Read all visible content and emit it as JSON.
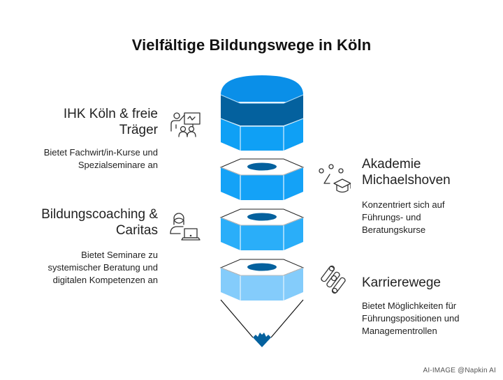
{
  "title": "Vielfältige Bildungswege in Köln",
  "sections": [
    {
      "heading_lines": [
        "IHK Köln & freie",
        "Träger"
      ],
      "desc_lines": [
        "Bietet Fachwirt/in-Kurse und",
        "Spezialseminare an"
      ],
      "icon": "presentation-teacher-icon",
      "side": "left"
    },
    {
      "heading_lines": [
        "Akademie",
        "Michaelshoven"
      ],
      "desc_lines": [
        "Konzentriert sich auf",
        "Führungs- und",
        "Beratungskurse"
      ],
      "icon": "graduation-network-icon",
      "side": "right"
    },
    {
      "heading_lines": [
        "Bildungscoaching &",
        "Caritas"
      ],
      "desc_lines": [
        "Bietet Seminare zu",
        "systemischer Beratung und",
        "digitalen Kompetenzen an"
      ],
      "icon": "person-laptop-icon",
      "side": "left"
    },
    {
      "heading_lines": [
        "Karrierewege"
      ],
      "desc_lines": [
        "Bietet Möglichkeiten für",
        "Führungspositionen und",
        "Managementrollen"
      ],
      "icon": "career-paths-icon",
      "side": "right"
    }
  ],
  "colors": {
    "cap_top": "#0A8FE8",
    "cap_band": "#04619E",
    "cap_body": "#0FA0F5",
    "nut1": "#14A2F7",
    "nut2": "#2AAEF9",
    "nut3": "#84CCFB",
    "hole": "#04619E",
    "tip": "#04619E"
  },
  "footer": "AI-IMAGE  @Napkin AI"
}
